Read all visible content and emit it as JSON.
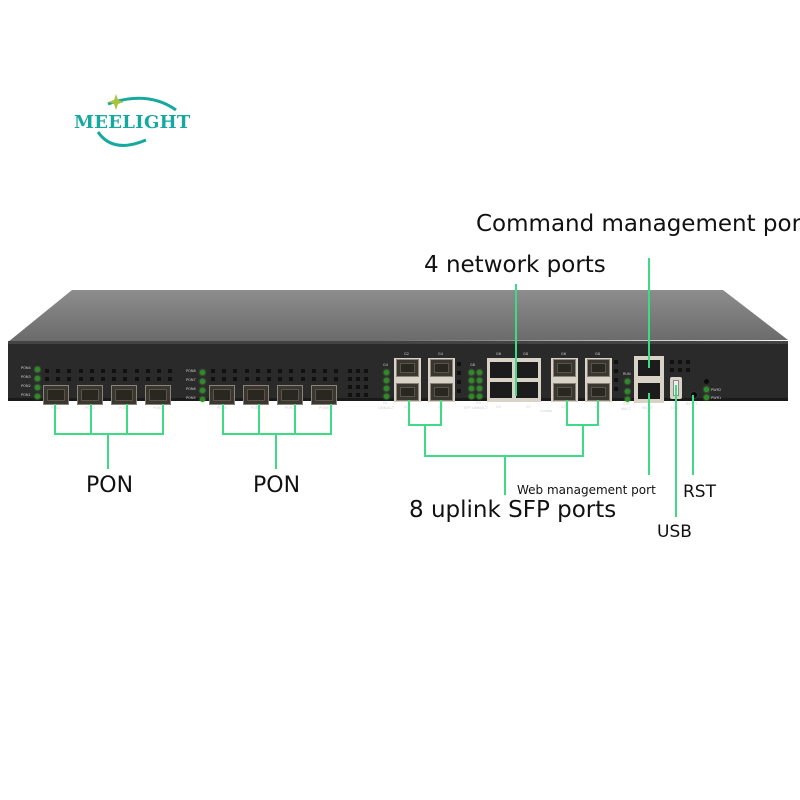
{
  "brand": {
    "name": "MEELIGHT",
    "color": "#17a8a0",
    "star_color": "#a8c43a"
  },
  "callouts": {
    "command_management_port": "Command management port",
    "network_ports": "4 network ports",
    "pon_left": "PON",
    "pon_right": "PON",
    "web_management_port": "Web management port",
    "uplink_sfp_ports": "8 uplink SFP ports",
    "usb": "USB",
    "rst": "RST"
  },
  "device": {
    "pon_led_labels_left": [
      "PON4",
      "PON3",
      "PON2",
      "PON1"
    ],
    "pon_led_labels_right": [
      "PON8",
      "PON7",
      "PON6",
      "PON5"
    ],
    "pon_port_labels_left": [
      "PON1",
      "PON2",
      "PON3",
      "PON4"
    ],
    "pon_port_labels_right": [
      "PON5",
      "PON6",
      "PON7",
      "PON8"
    ],
    "uplink_top_labels": [
      "G2",
      "G4",
      "G6",
      "G8",
      "G6",
      "G8"
    ],
    "uplink_bottom_labels": [
      "G1",
      "G3",
      "G5",
      "G7",
      "G5",
      "G7"
    ],
    "led_group_labels": [
      "G4",
      "G1",
      "LINK/ACT",
      "G8",
      "G5",
      "SFP",
      "LINK/ACT"
    ],
    "combo_label": "Combo",
    "mgmt_labels": {
      "console": "CONSOLE",
      "mgmt": "MGMT",
      "usb": "USB",
      "reset": "RESET",
      "pwr2": "PWR2",
      "pwr1": "PWR1",
      "run": "RUN",
      "sys": "SYS",
      "mact": "MACT"
    },
    "led_color": "#2f8a2a",
    "line_color": "#3ddc84"
  }
}
